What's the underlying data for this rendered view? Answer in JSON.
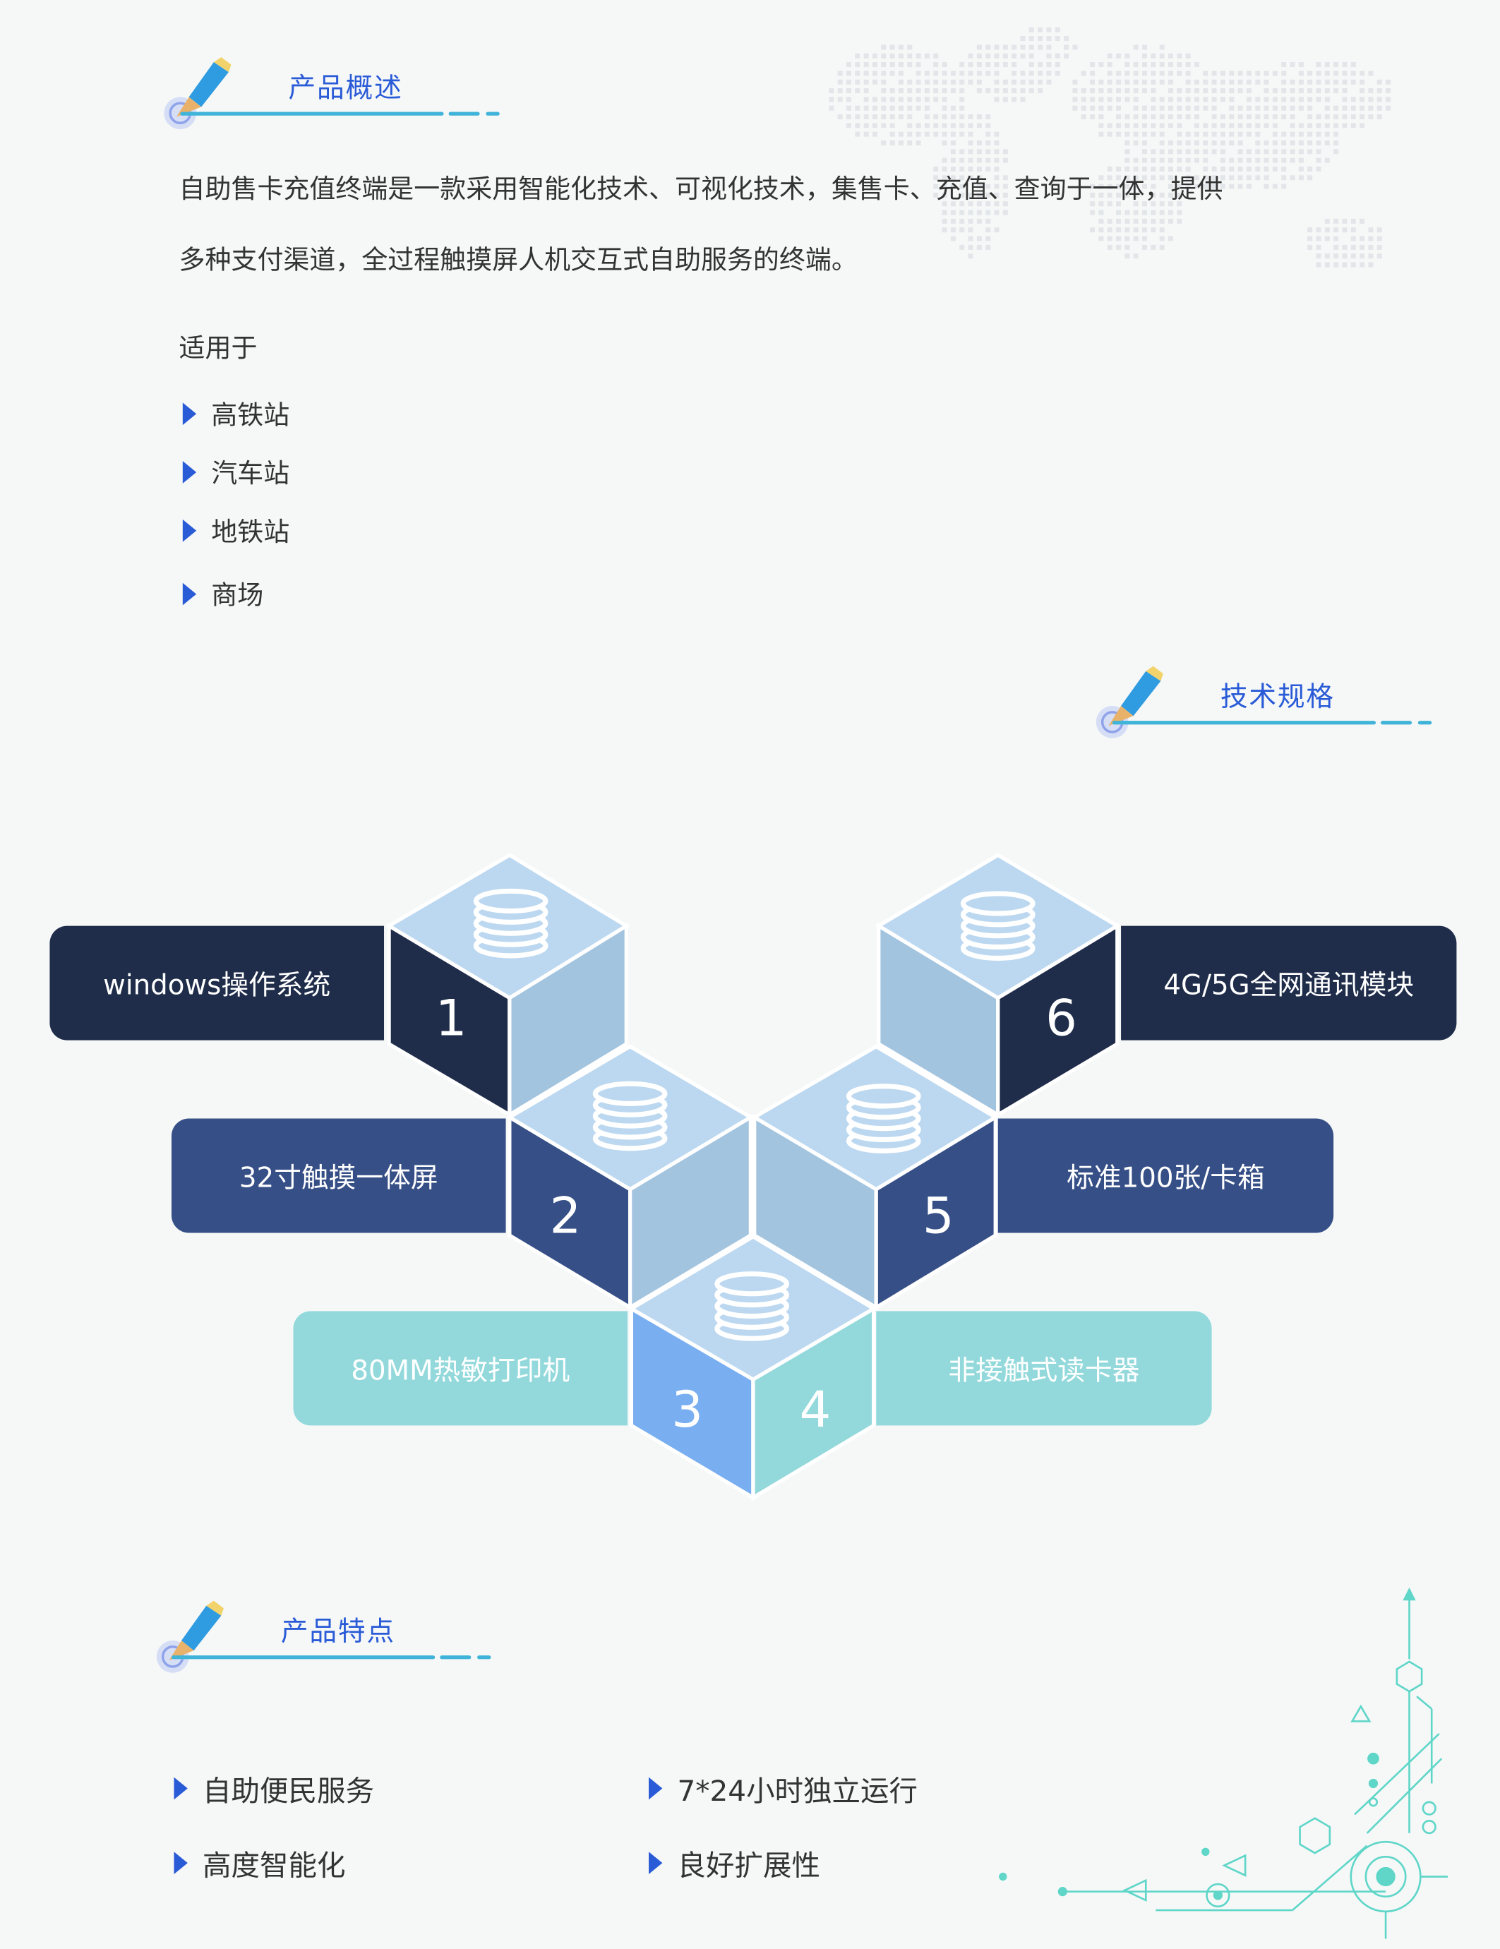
{
  "overview": {
    "title": "产品概述",
    "line1": "自助售卡充值终端是一款采用智能化技术、可视化技术，集售卡、充值、查询于一体，提供",
    "line2": "多种支付渠道，全过程触摸屏人机交互式自助服务的终端。",
    "applies_label": "适用于",
    "applies": [
      "高铁站",
      "汽车站",
      "地铁站",
      "商场"
    ]
  },
  "specs": {
    "title": "技术规格",
    "items": [
      {
        "num": "1",
        "label": "windows操作系统"
      },
      {
        "num": "2",
        "label": "32寸触摸一体屏"
      },
      {
        "num": "3",
        "label": "80MM热敏打印机"
      },
      {
        "num": "4",
        "label": "非接触式读卡器"
      },
      {
        "num": "5",
        "label": "标准100张/卡箱"
      },
      {
        "num": "6",
        "label": "4G/5G全网通讯模块"
      }
    ]
  },
  "features": {
    "title": "产品特点",
    "items": [
      "自助便民服务",
      "7*24小时独立运行",
      "高度智能化",
      "良好扩展性"
    ]
  },
  "colors": {
    "accent": "#2a5bd7",
    "navy": "#1f2d4a",
    "mid": "#364f86",
    "light": "#a3c4df",
    "top": "#bcd8f0",
    "teal": "#93d9dc",
    "blue": "#79aef0"
  }
}
